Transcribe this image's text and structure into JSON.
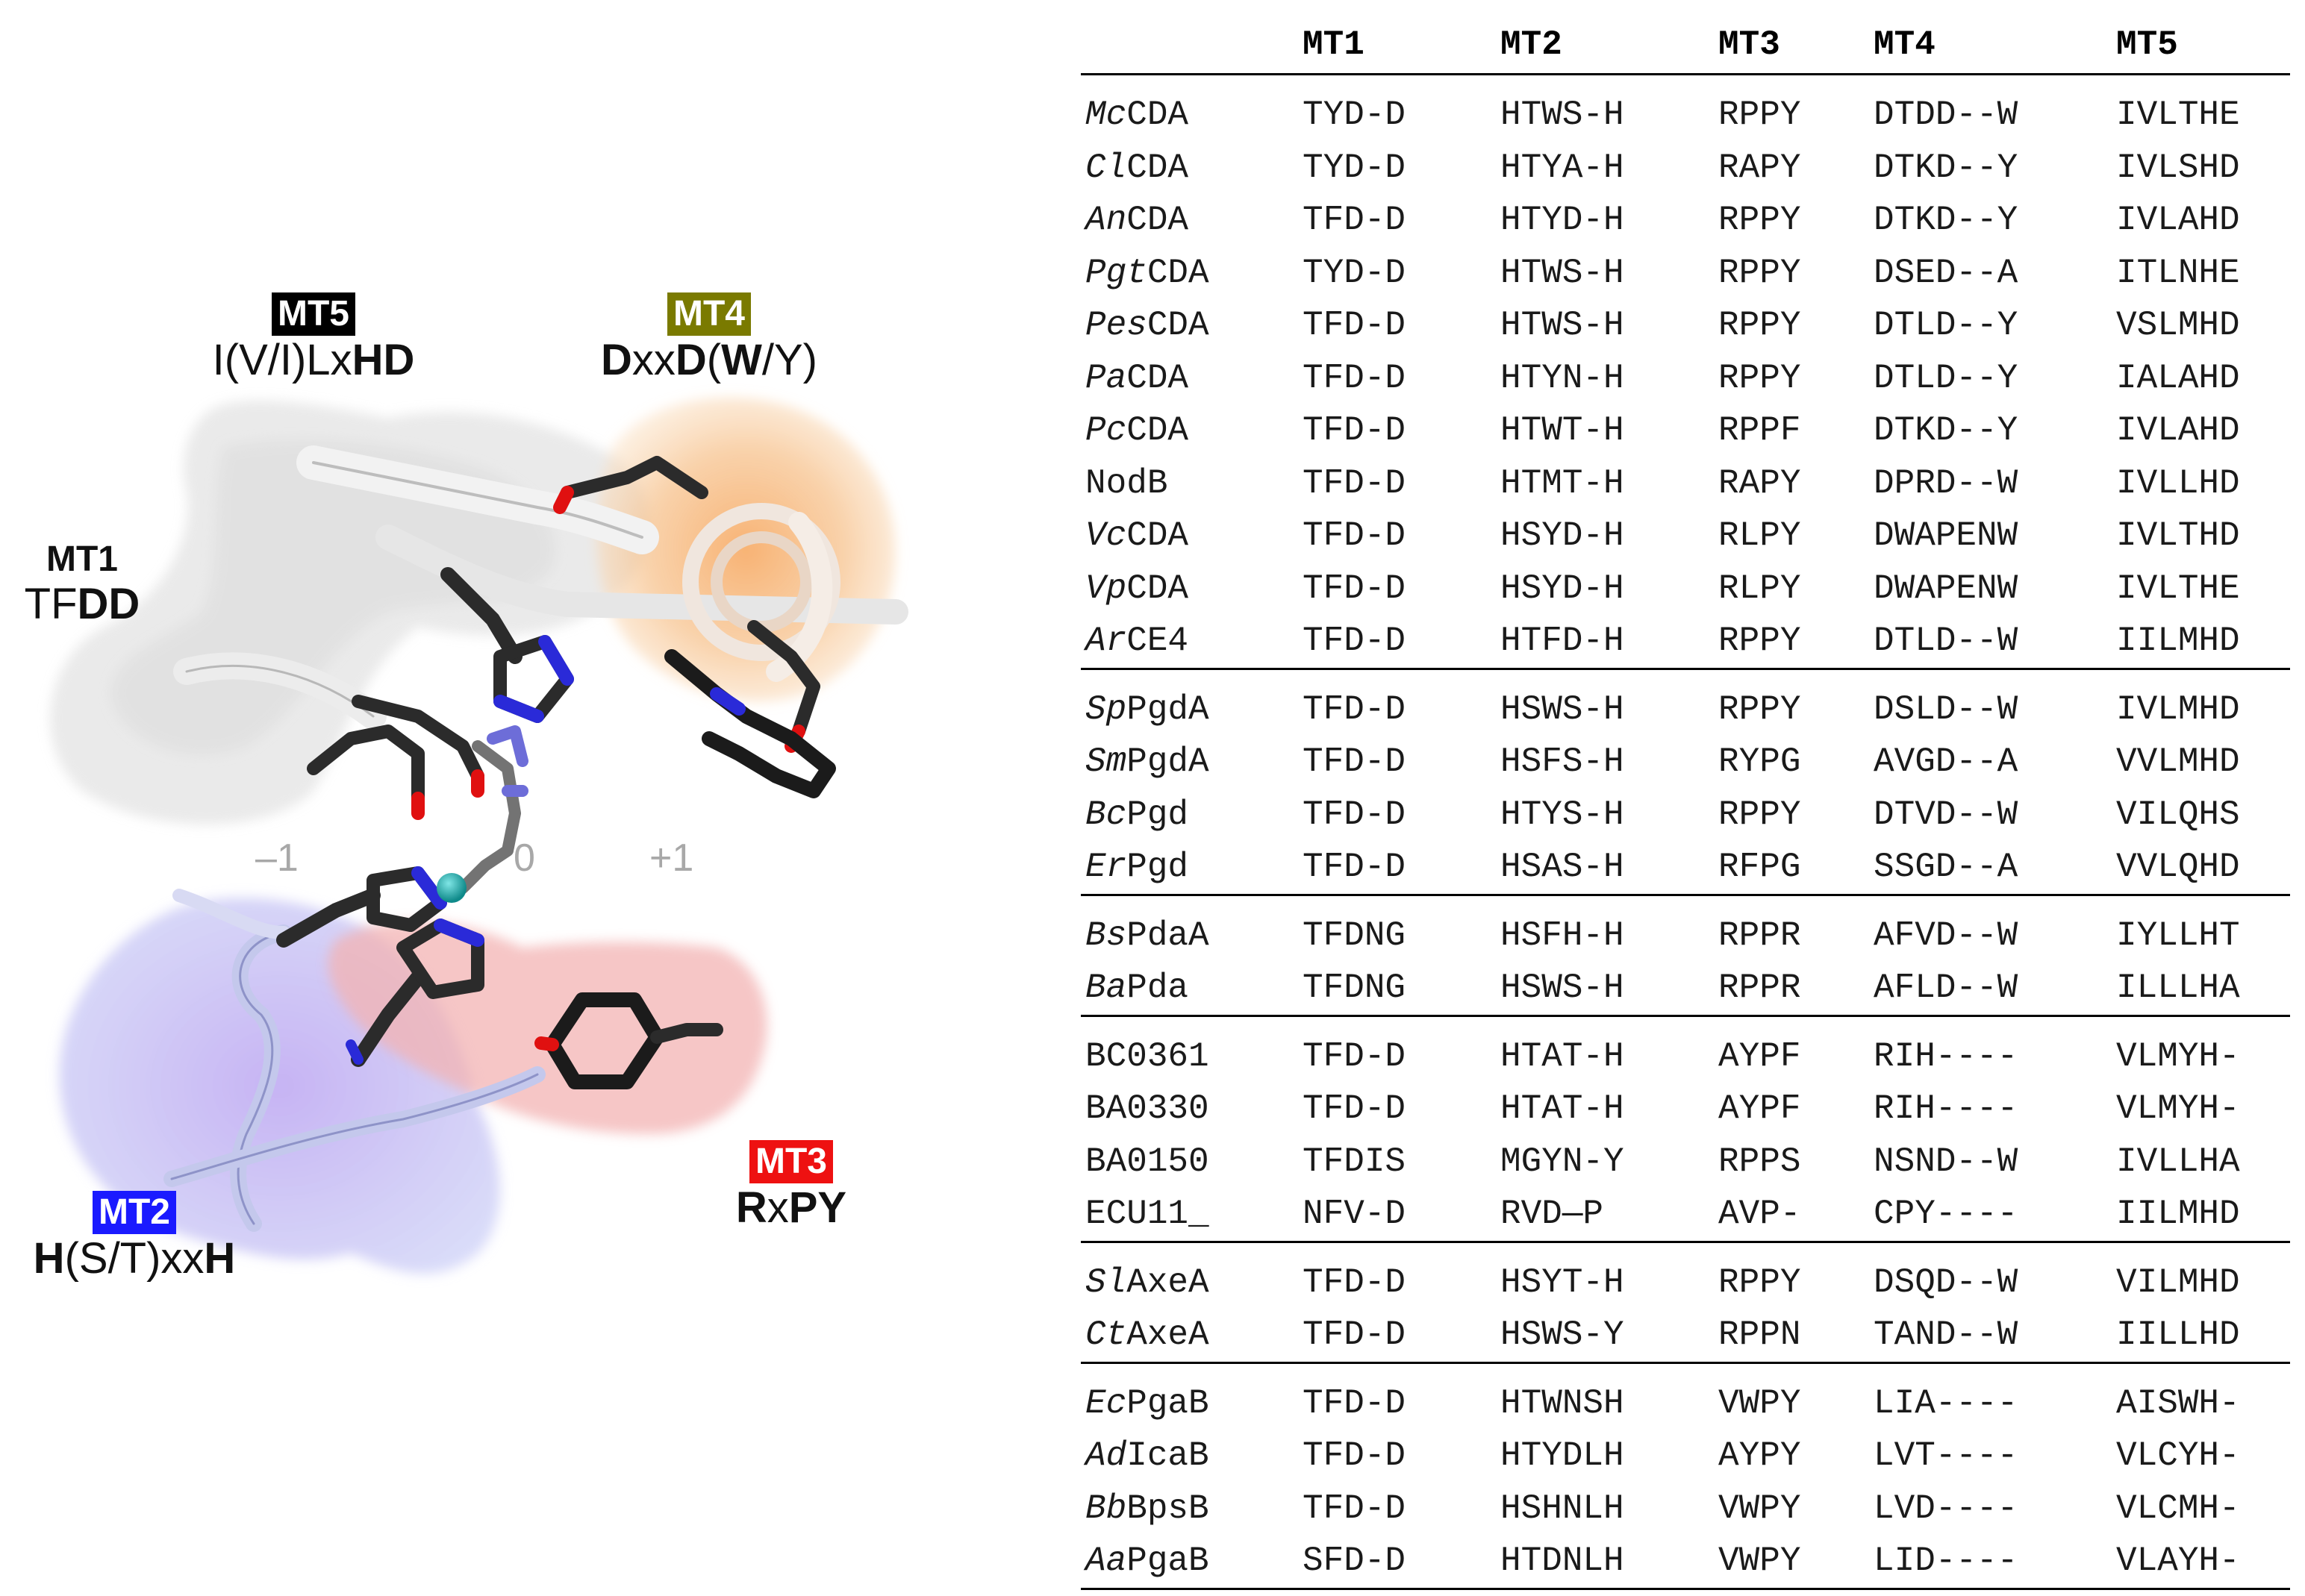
{
  "structure": {
    "motifs": [
      {
        "id": "MT5",
        "badge": "MT5",
        "badge_color": "#000000",
        "pattern": "I(V/I)LxHD",
        "pattern_html": "I(V/I)Lx<b>HD</b>"
      },
      {
        "id": "MT4",
        "badge": "MT4",
        "badge_color": "#7a7a00",
        "pattern": "DxxD(W/Y)",
        "pattern_html": "<b>D</b>xx<b>D</b>(<b>W</b>/Y)"
      },
      {
        "id": "MT1",
        "badge": "MT1",
        "badge_color": null,
        "pattern": "TFDD",
        "pattern_html": "TF<b>DD</b>"
      },
      {
        "id": "MT2",
        "badge": "MT2",
        "badge_color": "#1a1aff",
        "pattern": "H(S/T)xxH",
        "pattern_html": "<b>H</b>(S/T)xx<b>H</b>"
      },
      {
        "id": "MT3",
        "badge": "MT3",
        "badge_color": "#ee1111",
        "pattern": "RxPY",
        "pattern_html": "<b>R</b>x<b>PY</b>"
      }
    ],
    "subsites": [
      "–1",
      "0",
      "+1"
    ],
    "colors": {
      "mt5_surface": "#d9d9d9",
      "mt4_surface": "#f4b672",
      "mt2_surface": "#8f96e8",
      "mt3_surface": "#f0a2a2",
      "metal_ion": "#1aa3a3",
      "oxygen": "#e01010",
      "nitrogen": "#2a2ad8",
      "carbon": "#2b2b2b"
    }
  },
  "alignment": {
    "headers": [
      "",
      "MT1",
      "MT2",
      "MT3",
      "MT4",
      "MT5"
    ],
    "groups": [
      [
        {
          "prefix": "Mc",
          "suffix": "CDA",
          "seqs": [
            "TYD-D",
            "HTWS-H",
            "RPPY",
            "DTDD--W",
            "IVLTHE"
          ]
        },
        {
          "prefix": "Cl",
          "suffix": "CDA",
          "seqs": [
            "TYD-D",
            "HTYA-H",
            "RAPY",
            "DTKD--Y",
            "IVLSHD"
          ]
        },
        {
          "prefix": "An",
          "suffix": "CDA",
          "seqs": [
            "TFD-D",
            "HTYD-H",
            "RPPY",
            "DTKD--Y",
            "IVLAHD"
          ]
        },
        {
          "prefix": "Pgt",
          "suffix": "CDA",
          "seqs": [
            "TYD-D",
            "HTWS-H",
            "RPPY",
            "DSED--A",
            "ITLNHE"
          ]
        },
        {
          "prefix": "Pes",
          "suffix": "CDA",
          "seqs": [
            "TFD-D",
            "HTWS-H",
            "RPPY",
            "DTLD--Y",
            "VSLMHD"
          ]
        },
        {
          "prefix": "Pa",
          "suffix": "CDA",
          "seqs": [
            "TFD-D",
            "HTYN-H",
            "RPPY",
            "DTLD--Y",
            "IALAHD"
          ]
        },
        {
          "prefix": "Pc",
          "suffix": "CDA",
          "seqs": [
            "TFD-D",
            "HTWT-H",
            "RPPF",
            "DTKD--Y",
            "IVLAHD"
          ]
        },
        {
          "prefix": "",
          "suffix": "NodB",
          "seqs": [
            "TFD-D",
            "HTMT-H",
            "RAPY",
            "DPRD--W",
            "IVLLHD"
          ]
        },
        {
          "prefix": "Vc",
          "suffix": "CDA",
          "seqs": [
            "TFD-D",
            "HSYD-H",
            "RLPY",
            "DWAPENW",
            "IVLTHD"
          ]
        },
        {
          "prefix": "Vp",
          "suffix": "CDA",
          "seqs": [
            "TFD-D",
            "HSYD-H",
            "RLPY",
            "DWAPENW",
            "IVLTHE"
          ]
        },
        {
          "prefix": "Ar",
          "suffix": "CE4",
          "seqs": [
            "TFD-D",
            "HTFD-H",
            "RPPY",
            "DTLD--W",
            "IILMHD"
          ]
        }
      ],
      [
        {
          "prefix": "Sp",
          "suffix": "PgdA",
          "seqs": [
            "TFD-D",
            "HSWS-H",
            "RPPY",
            "DSLD--W",
            "IVLMHD"
          ]
        },
        {
          "prefix": "Sm",
          "suffix": "PgdA",
          "seqs": [
            "TFD-D",
            "HSFS-H",
            "RYPG",
            "AVGD--A",
            "VVLMHD"
          ]
        },
        {
          "prefix": "Bc",
          "suffix": "Pgd",
          "seqs": [
            "TFD-D",
            "HTYS-H",
            "RPPY",
            "DTVD--W",
            "VILQHS"
          ]
        },
        {
          "prefix": "Er",
          "suffix": "Pgd",
          "seqs": [
            "TFD-D",
            "HSAS-H",
            "RFPG",
            "SSGD--A",
            "VVLQHD"
          ]
        }
      ],
      [
        {
          "prefix": "Bs",
          "suffix": "PdaA",
          "seqs": [
            "TFDNG",
            "HSFH-H",
            "RPPR",
            "AFVD--W",
            "IYLLHT"
          ]
        },
        {
          "prefix": "Ba",
          "suffix": "Pda",
          "seqs": [
            "TFDNG",
            "HSWS-H",
            "RPPR",
            "AFLD--W",
            "ILLLHA"
          ]
        }
      ],
      [
        {
          "prefix": "",
          "suffix": "BC0361",
          "seqs": [
            "TFD-D",
            "HTAT-H",
            "AYPF",
            "RIH----",
            "VLMYH-"
          ]
        },
        {
          "prefix": "",
          "suffix": "BA0330",
          "seqs": [
            "TFD-D",
            "HTAT-H",
            "AYPF",
            "RIH----",
            "VLMYH-"
          ]
        },
        {
          "prefix": "",
          "suffix": "BA0150",
          "seqs": [
            "TFDIS",
            "MGYN-Y",
            "RPPS",
            "NSND--W",
            "IVLLHA"
          ]
        },
        {
          "prefix": "",
          "suffix": "ECU11_",
          "seqs": [
            "NFV-D",
            "RVD—P",
            "AVP-",
            "CPY----",
            "IILMHD"
          ]
        }
      ],
      [
        {
          "prefix": "Sl",
          "suffix": "AxeA",
          "seqs": [
            "TFD-D",
            "HSYT-H",
            "RPPY",
            "DSQD--W",
            "VILMHD"
          ]
        },
        {
          "prefix": "Ct",
          "suffix": "AxeA",
          "seqs": [
            "TFD-D",
            "HSWS-Y",
            "RPPN",
            "TAND--W",
            "IILLHD"
          ]
        }
      ],
      [
        {
          "prefix": "Ec",
          "suffix": "PgaB",
          "seqs": [
            "TFD-D",
            "HTWNSH",
            "VWPY",
            "LIA----",
            "AISWH-"
          ]
        },
        {
          "prefix": "Ad",
          "suffix": "IcaB",
          "seqs": [
            "TFD-D",
            "HTYDLH",
            "AYPY",
            "LVT----",
            "VLCYH-"
          ]
        },
        {
          "prefix": "Bb",
          "suffix": "BpsB",
          "seqs": [
            "TFD-D",
            "HSHNLH",
            "VWPY",
            "LVD----",
            "VLCMH-"
          ]
        },
        {
          "prefix": "Aa",
          "suffix": "PgaB",
          "seqs": [
            "SFD-D",
            "HTDNLH",
            "VWPY",
            "LID----",
            "VLAYH-"
          ]
        }
      ]
    ]
  }
}
